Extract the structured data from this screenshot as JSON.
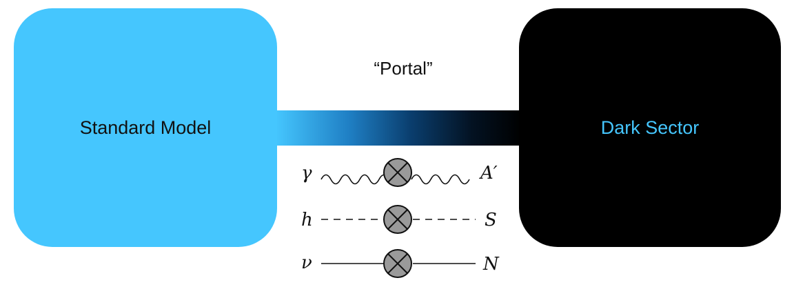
{
  "standard_model": {
    "label": "Standard Model"
  },
  "dark_sector": {
    "label": "Dark Sector"
  },
  "portal": {
    "label": "“Portal”"
  },
  "portals": [
    {
      "sm_particle": "γ",
      "dark_particle": "A′",
      "line_style": "wavy"
    },
    {
      "sm_particle": "h",
      "dark_particle": "S",
      "line_style": "dashed"
    },
    {
      "sm_particle": "ν",
      "dark_particle": "N",
      "line_style": "solid"
    }
  ],
  "colors": {
    "standard_model_fill": "#45c6fe",
    "dark_sector_fill": "#000000",
    "dark_sector_text": "#45c6fe",
    "vertex_fill": "#9a9a9a"
  }
}
